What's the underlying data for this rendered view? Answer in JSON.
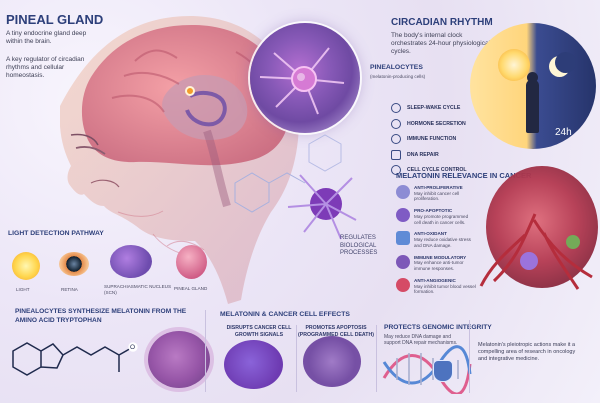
{
  "header": {
    "title": "PINEAL GLAND",
    "intro": "A tiny endocrine gland deep within the brain.",
    "role": "A key regulator of circadian rhythms and cellular homeostasis."
  },
  "pinealocytes": {
    "title": "PINEALOCYTES",
    "subtitle": "(melatonin-producing cells)"
  },
  "circadian": {
    "title": "CIRCADIAN RHYTHM",
    "description": "The body's internal clock orchestrates 24-hour physiological cycles.",
    "clock_label": "24h",
    "items": [
      {
        "label": "SLEEP-WAKE CYCLE",
        "icon": "sleep-icon"
      },
      {
        "label": "HORMONE SECRETION",
        "icon": "hormone-icon"
      },
      {
        "label": "IMMUNE FUNCTION",
        "icon": "immune-icon"
      },
      {
        "label": "DNA REPAIR",
        "icon": "dna-repair-icon"
      },
      {
        "label": "CELL CYCLE CONTROL",
        "icon": "cycle-icon"
      }
    ]
  },
  "regulates": "REGULATES BIOLOGICAL PROCESSES",
  "light_pathway": {
    "title": "LIGHT DETECTION PATHWAY",
    "steps": [
      {
        "label": "LIGHT",
        "icon": "sun-icon"
      },
      {
        "label": "RETINA",
        "icon": "eye-icon"
      },
      {
        "label": "SUPRACHIASMATIC NUCLEUS (SCN)",
        "icon": "brain-icon"
      },
      {
        "label": "PINEAL GLAND",
        "icon": "pineal-icon"
      }
    ]
  },
  "melatonin_relevance": {
    "title": "MELATONIN RELEVANCE IN CANCER",
    "items": [
      {
        "heading": "ANTI-PROLIFERATIVE",
        "text": "May inhibit cancer cell proliferation.",
        "icon": "cells-icon"
      },
      {
        "heading": "PRO-APOPTOTIC",
        "text": "May promote programmed cell death in cancer cells.",
        "icon": "apoptosis-icon"
      },
      {
        "heading": "ANTI-OXIDANT",
        "text": "May reduce oxidative stress and DNA damage.",
        "icon": "shield-icon"
      },
      {
        "heading": "IMMUNE MODULATORY",
        "text": "May enhance anti-tumor immune responses.",
        "icon": "immune-cell-icon"
      },
      {
        "heading": "ANTI-ANGIOGENIC",
        "text": "May inhibit tumor blood vessel formation.",
        "icon": "vessel-icon"
      }
    ]
  },
  "synthesis": {
    "title": "PINEALOCYTES SYNTHESIZE MELATONIN FROM THE AMINO ACID TRYPTOPHAN"
  },
  "effects": {
    "title": "MELATONIN & CANCER CELL EFFECTS",
    "items": [
      {
        "label": "DISRUPTS CANCER CELL GROWTH SIGNALS"
      },
      {
        "label": "PROMOTES APOPTOSIS (PROGRAMMED CELL DEATH)"
      }
    ]
  },
  "genomic": {
    "title": "PROTECTS GENOMIC INTEGRITY",
    "text": "May reduce DNA damage and support DNA repair mechanisms."
  },
  "conclusion": "Melatonin's pleiotropic actions make it a compelling area of research in oncology and integrative medicine.",
  "colors": {
    "primary_text": "#2d3f7a",
    "accent_orange": "#f59e2b",
    "purple": "#7e4fc8",
    "pink": "#d88aa9",
    "sky": "#6f7fd9",
    "cell_red": "#cc4456"
  }
}
